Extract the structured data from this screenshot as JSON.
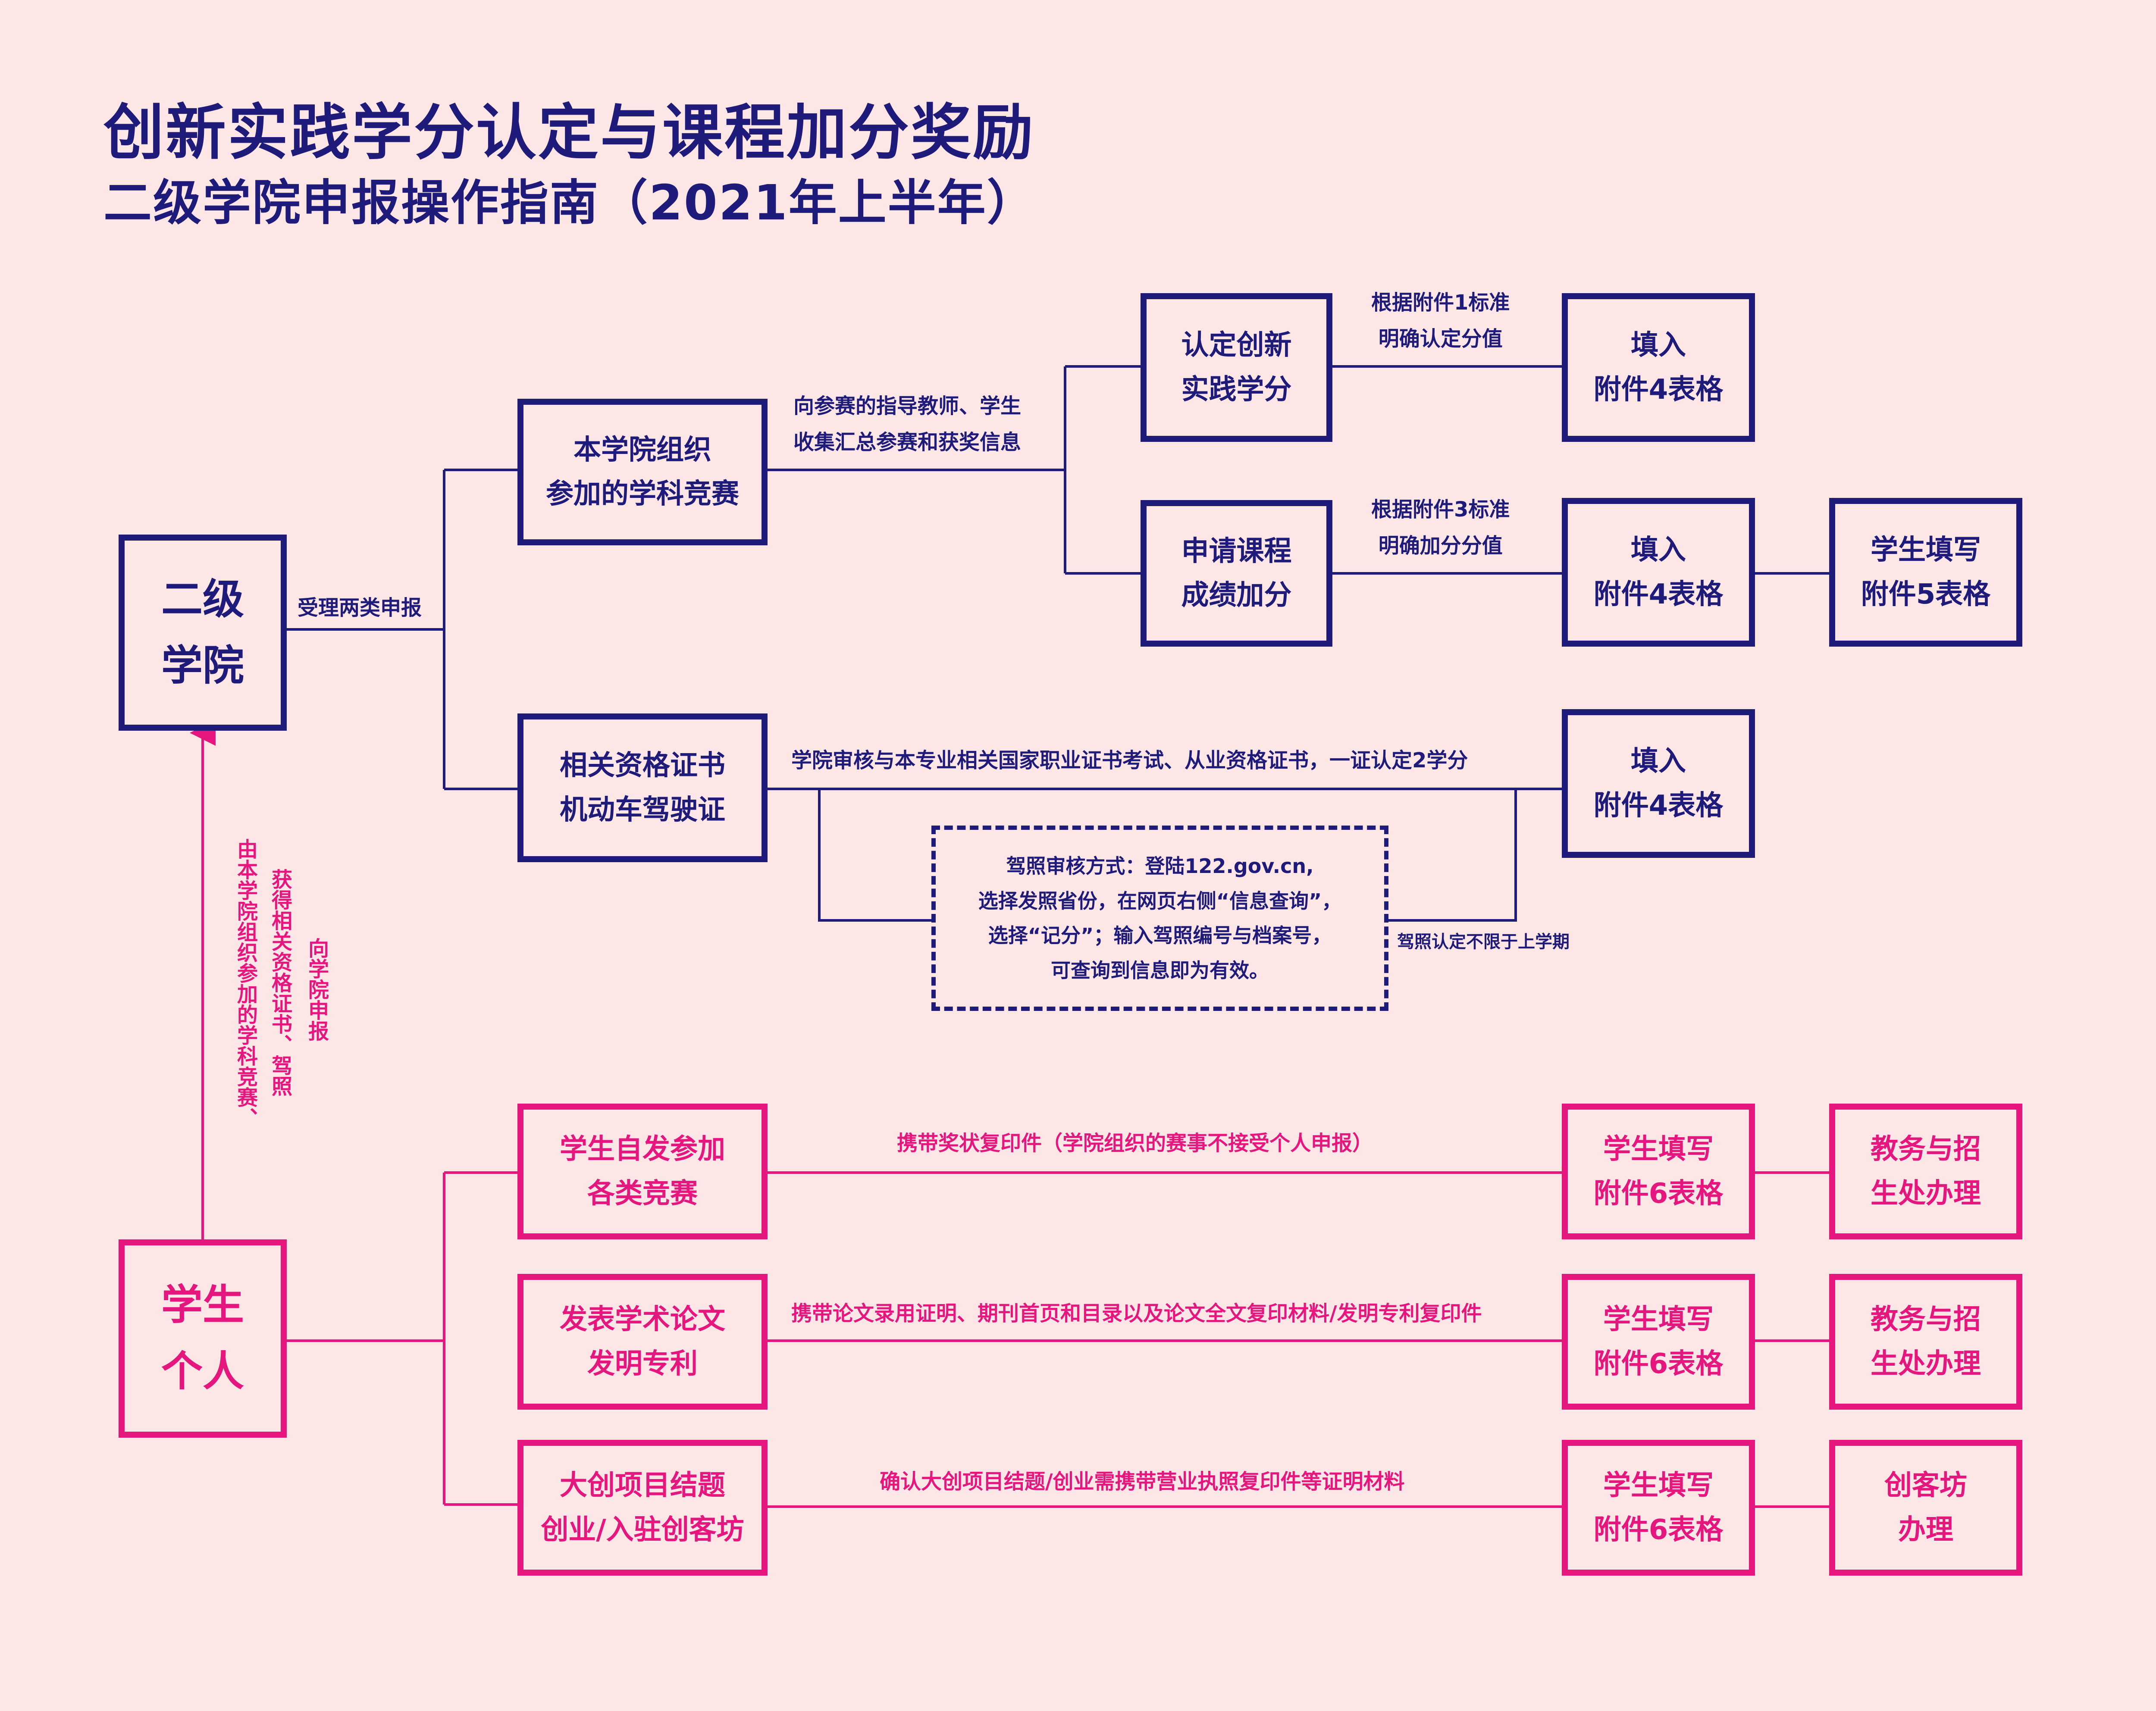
{
  "title": "创新实践学分认定与课程加分奖励",
  "subtitle": "二级学院申报操作指南（2021年上半年）",
  "colors": {
    "navy": "#1e1b7a",
    "pink": "#e5177f",
    "background": "#fde7e6"
  },
  "nodes": {
    "college": [
      "二级",
      "学院"
    ],
    "org_competition": [
      "本学院组织",
      "参加的学科竞赛"
    ],
    "certificate": [
      "相关资格证书",
      "机动车驾驶证"
    ],
    "credit_recognition": [
      "认定创新",
      "实践学分"
    ],
    "course_bonus": [
      "申请课程",
      "成绩加分"
    ],
    "fill_form4_a": [
      "填入",
      "附件4表格"
    ],
    "fill_form4_b": [
      "填入",
      "附件4表格"
    ],
    "fill_form4_c": [
      "填入",
      "附件4表格"
    ],
    "student_form5": [
      "学生填写",
      "附件5表格"
    ],
    "student": [
      "学生",
      "个人"
    ],
    "self_competition": [
      "学生自发参加",
      "各类竞赛"
    ],
    "paper_patent": [
      "发表学术论文",
      "发明专利"
    ],
    "innovation_project": [
      "大创项目结题",
      "创业/入驻创客坊"
    ],
    "student_form6_a": [
      "学生填写",
      "附件6表格"
    ],
    "student_form6_b": [
      "学生填写",
      "附件6表格"
    ],
    "student_form6_c": [
      "学生填写",
      "附件6表格"
    ],
    "academic_office_a": [
      "教务与招",
      "生处办理"
    ],
    "academic_office_b": [
      "教务与招",
      "生处办理"
    ],
    "maker_space": [
      "创客坊",
      "办理"
    ]
  },
  "labels": {
    "accept_two_types": "受理两类申报",
    "collect_info": [
      "向参赛的指导教师、学生",
      "收集汇总参赛和获奖信息"
    ],
    "annex1_standard": [
      "根据附件1标准",
      "明确认定分值"
    ],
    "annex3_standard": [
      "根据附件3标准",
      "明确加分分值"
    ],
    "cert_review": "学院审核与本专业相关国家职业证书考试、从业资格证书，一证认定2学分",
    "license_note": [
      "驾照审核方式：登陆122.gov.cn,",
      "选择发照省份，在网页右侧“信息查询”，",
      "选择“记分”；输入驾照编号与档案号，",
      "可查询到信息即为有效。"
    ],
    "license_unlimited": "驾照认定不限于上学期",
    "report_col1": "由本学院组织参加的学科竞赛、",
    "report_col2": "获得相关资格证书、驾照",
    "report_col3": "向学院申报",
    "award_copy": "携带奖状复印件（学院组织的赛事不接受个人申报）",
    "paper_materials": "携带论文录用证明、期刊首页和目录以及论文全文复印材料/发明专利复印件",
    "project_materials": "确认大创项目结题/创业需携带营业执照复印件等证明材料"
  }
}
